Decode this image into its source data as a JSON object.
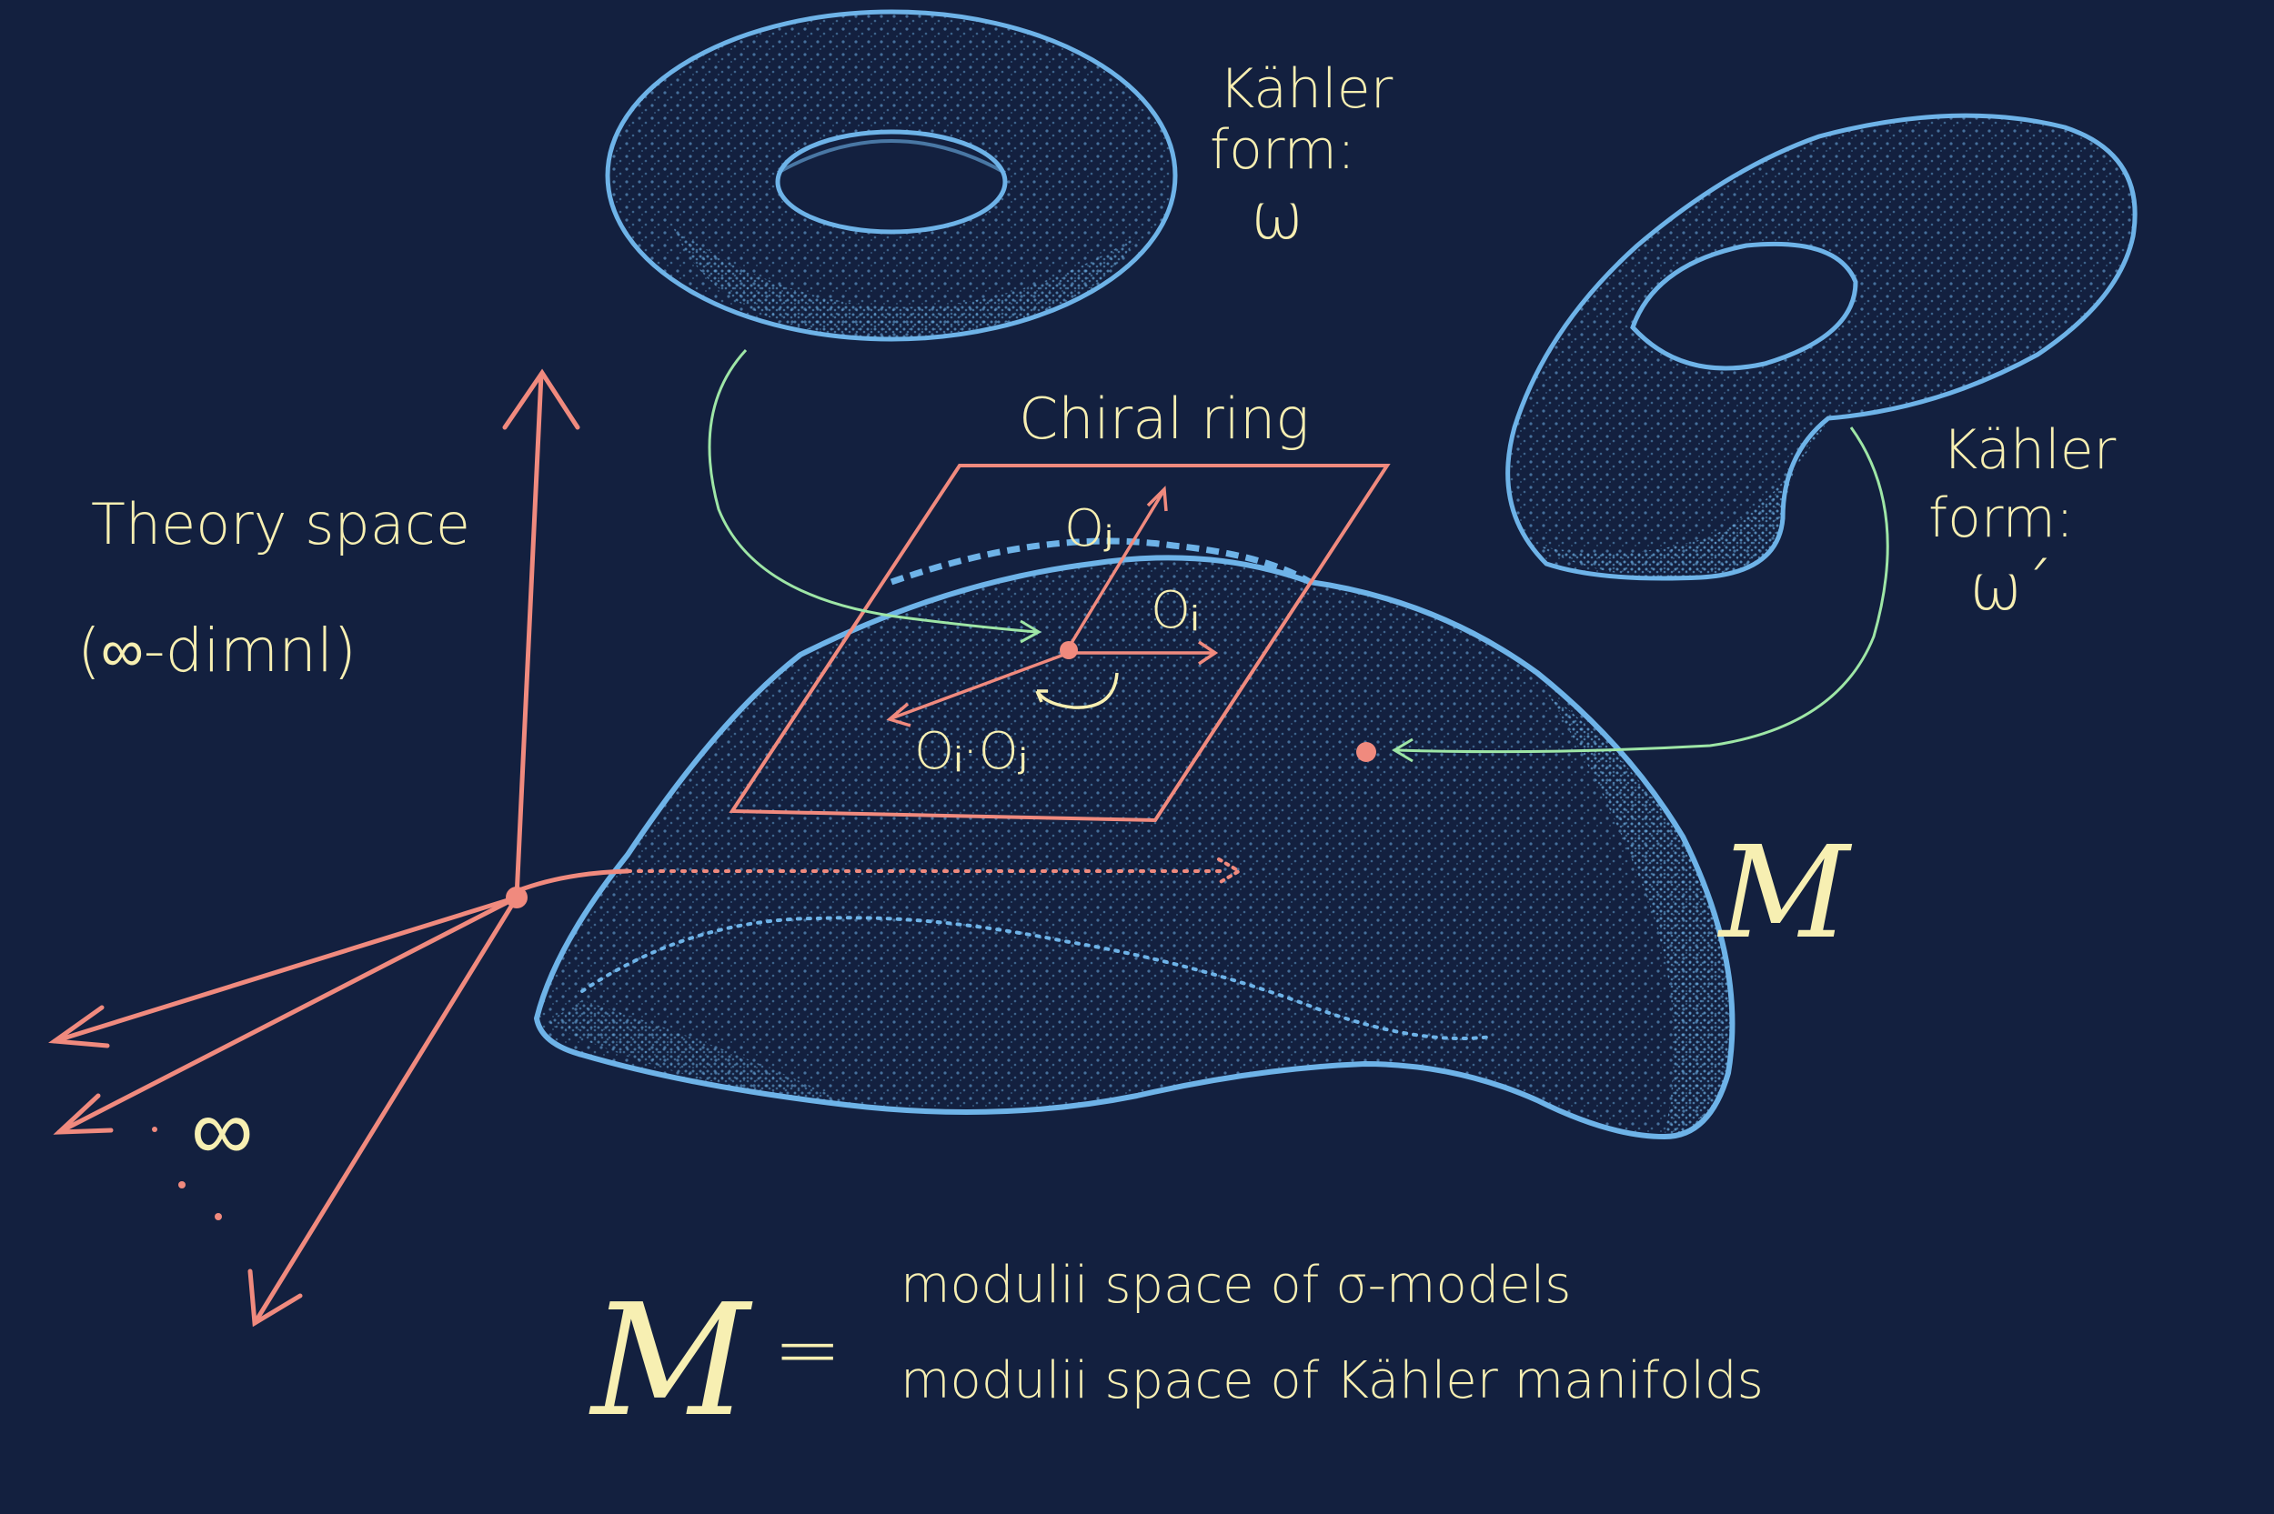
{
  "labels": {
    "kahler_1": {
      "line1": "Kähler",
      "line2": "form:",
      "line3": "ω"
    },
    "kahler_2": {
      "line1": "Kähler",
      "line2": "form:",
      "line3": "ω´"
    },
    "theory_space": {
      "line1": "Theory space",
      "line2": "(∞-dimnl)"
    },
    "chiral_ring": "Chiral ring",
    "op_j": "Oⱼ",
    "op_i": "Oᵢ",
    "op_product": "Oᵢ·Oⱼ",
    "moduli_symbol": "M",
    "infinity": "∞",
    "equation": {
      "symbol": "M",
      "equals": "=",
      "line1": "modulii space of σ-models",
      "line2": "modulii space of Kähler manifolds"
    }
  },
  "colors": {
    "background": "#13203f",
    "surface_blue": "#6eb3e8",
    "axis_salmon": "#f08a7e",
    "arrow_green": "#9ee6a6",
    "text_yellow": "#f7efb2"
  }
}
